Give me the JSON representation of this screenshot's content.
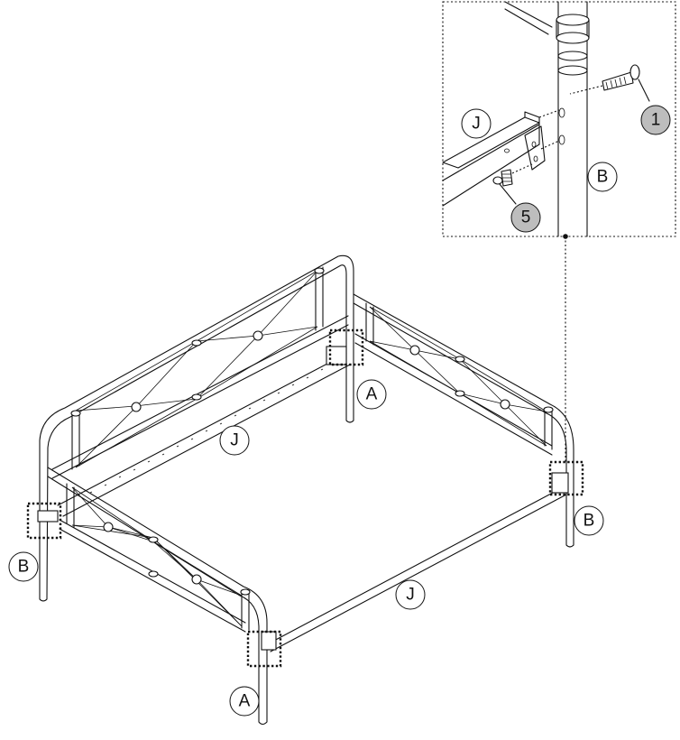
{
  "parts": {
    "a_front": "A",
    "a_back": "A",
    "b_left": "B",
    "b_right": "B",
    "j_back": "J",
    "j_front": "J"
  },
  "detail": {
    "part_j": "J",
    "part_b": "B",
    "hardware_1": "1",
    "hardware_5": "5"
  },
  "colors": {
    "line": "#111111",
    "hardware_callout_fill": "#bdbdbd",
    "background": "#ffffff"
  }
}
